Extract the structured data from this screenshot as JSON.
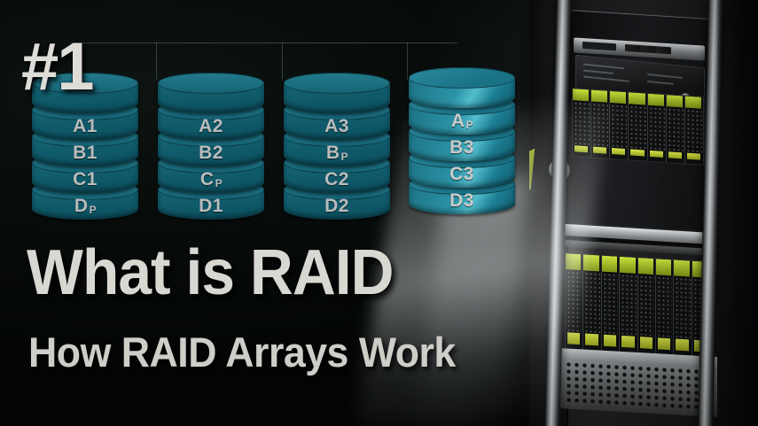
{
  "thumbnail": {
    "badge": "#1",
    "title": "What is RAID",
    "subtitle": "How RAID Arrays Work"
  },
  "colors": {
    "disk_teal": "#126274",
    "disk_teal_top": "#1b7182",
    "disk_label": "#b9bcbc",
    "title_text": "#d9d7d2",
    "background": "#060908",
    "drive_handle_green": "#b6cf2a",
    "connector_line": "rgba(150,175,178,0.30)"
  },
  "diagram": {
    "type": "raid-array-stripe-map",
    "connector_label": "controller-tree",
    "disks": [
      {
        "name": "disk-1",
        "blocks": [
          "A1",
          "B1",
          "C1",
          "Dᴘ"
        ]
      },
      {
        "name": "disk-2",
        "blocks": [
          "A2",
          "B2",
          "Cᴘ",
          "D1"
        ]
      },
      {
        "name": "disk-3",
        "blocks": [
          "A3",
          "Bᴘ",
          "C2",
          "D2"
        ]
      },
      {
        "name": "disk-4",
        "blocks": [
          "Aᴘ",
          "B3",
          "C3",
          "D3"
        ]
      }
    ],
    "disk_blocks": [
      [
        {
          "t": "A",
          "s": "1"
        },
        {
          "t": "B",
          "s": "1"
        },
        {
          "t": "C",
          "s": "1"
        },
        {
          "t": "D",
          "s": "P"
        }
      ],
      [
        {
          "t": "A",
          "s": "2"
        },
        {
          "t": "B",
          "s": "2"
        },
        {
          "t": "C",
          "s": "P"
        },
        {
          "t": "D",
          "s": "1"
        }
      ],
      [
        {
          "t": "A",
          "s": "3"
        },
        {
          "t": "B",
          "s": "P"
        },
        {
          "t": "C",
          "s": "2"
        },
        {
          "t": "D",
          "s": "2"
        }
      ],
      [
        {
          "t": "A",
          "s": "P"
        },
        {
          "t": "B",
          "s": "3"
        },
        {
          "t": "C",
          "s": "3"
        },
        {
          "t": "D",
          "s": "3"
        }
      ]
    ]
  },
  "server": {
    "name": "rack-server-photo",
    "top_bay_drive_count": 7,
    "bottom_bay_drive_count": 8
  }
}
